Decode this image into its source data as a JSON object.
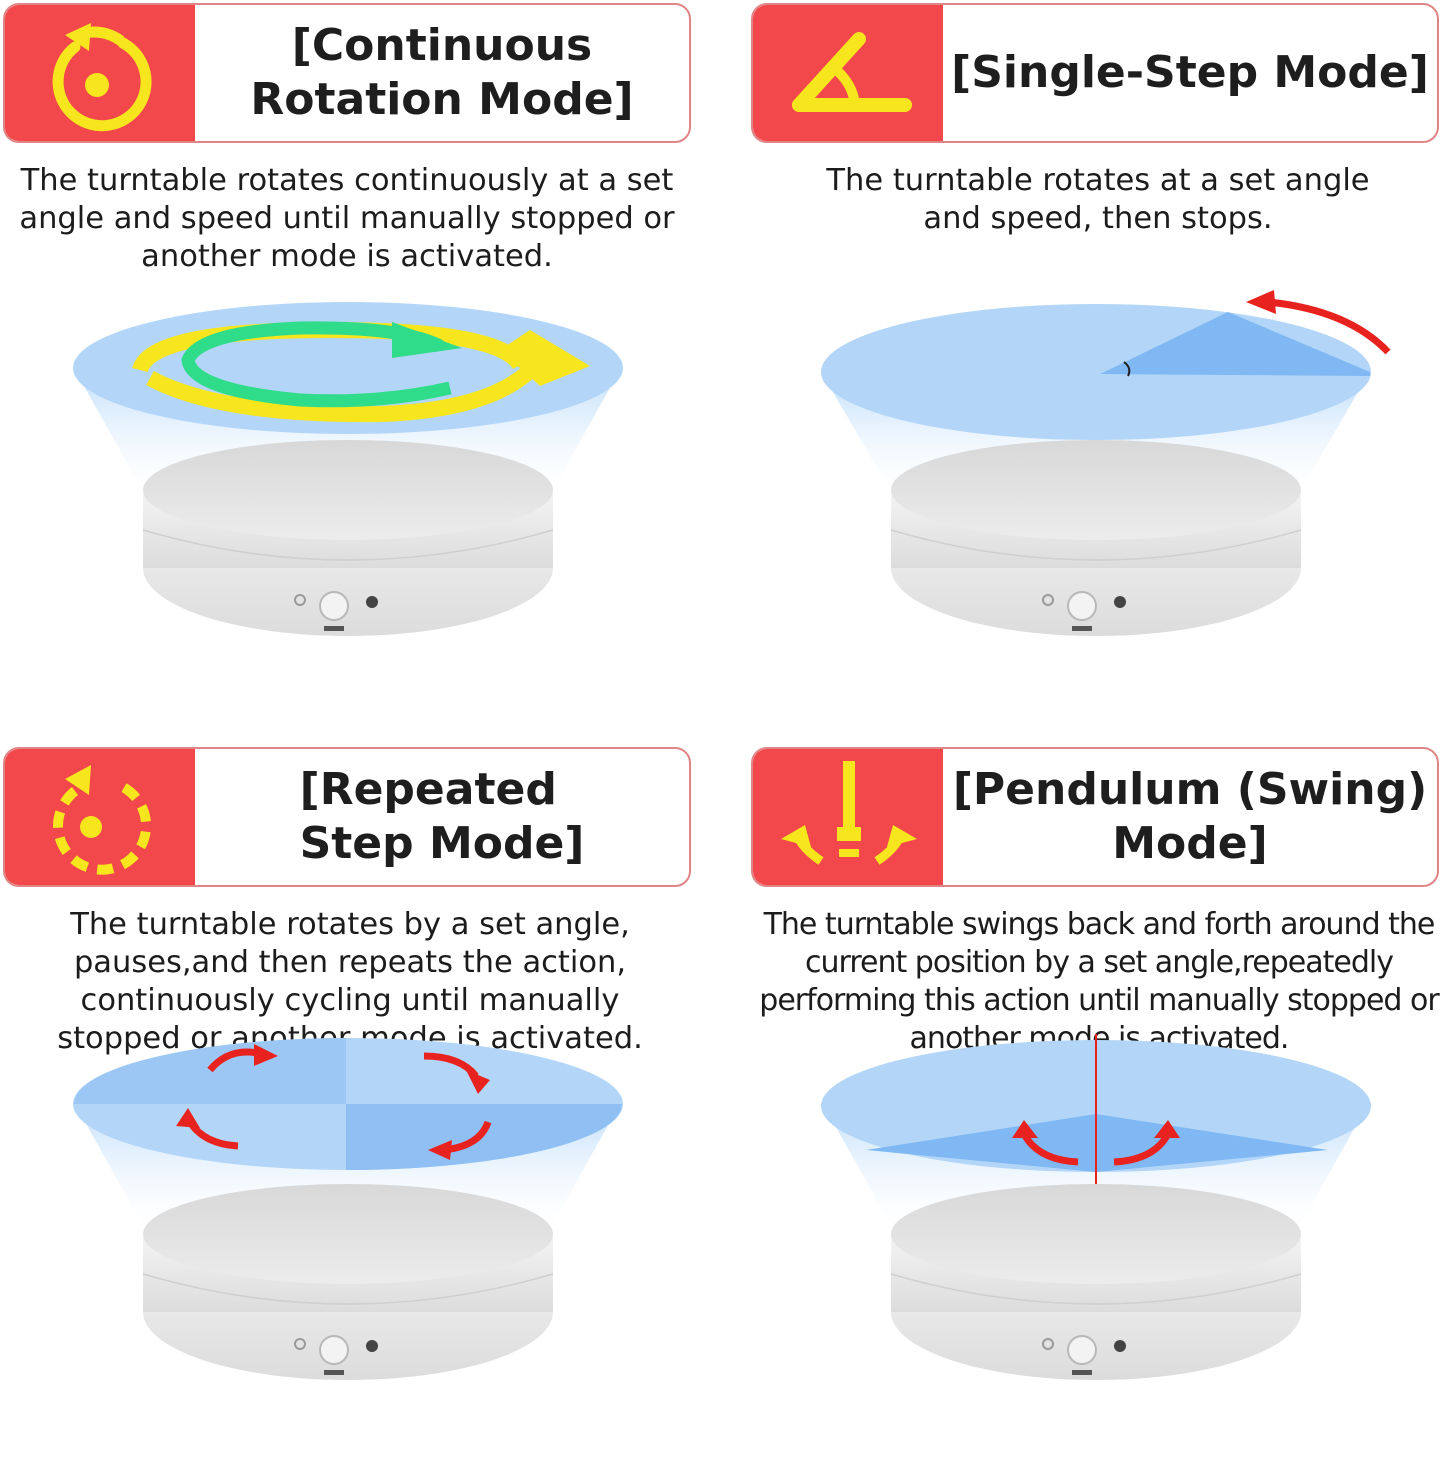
{
  "modes": [
    {
      "title_line1": "[Continuous",
      "title_line2": "Rotation Mode]",
      "description": "The turntable rotates continuously at a set angle and speed until manually stopped or another mode is activated.",
      "icon": "continuous-rotation-icon"
    },
    {
      "title_line1": "[Single-Step Mode]",
      "title_line2": "",
      "description": "The turntable rotates at a set angle and speed, then stops.",
      "icon": "angle-icon"
    },
    {
      "title_line1": "[Repeated",
      "title_line2": "Step Mode]",
      "description": "The turntable rotates by a set angle, pauses,and then repeats the action, continuously cycling until manually stopped or another mode is activated.",
      "icon": "repeated-step-icon"
    },
    {
      "title_line1": "[Pendulum (Swing)",
      "title_line2": "Mode]",
      "description": "The turntable swings back and forth around the current position by a set angle,repeatedly performing this action until manually stopped or another mode is activated.",
      "icon": "pendulum-swing-icon"
    }
  ],
  "colors": {
    "header_accent": "#f2474b",
    "icon_yellow": "#f7e51d",
    "arrow_red": "#e8231f",
    "arrow_green": "#2fdc8a",
    "disc_blue": "#b3d6f8",
    "sector_blue": "#7fb8f2"
  }
}
